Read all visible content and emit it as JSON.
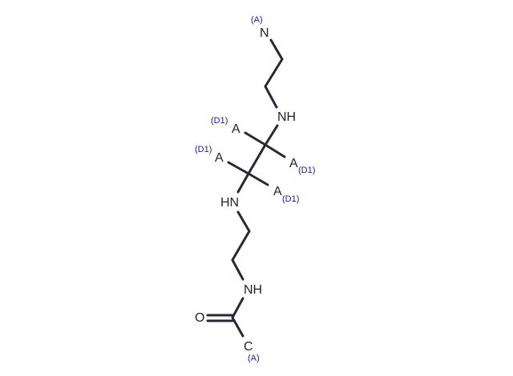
{
  "atoms": {
    "n_top": "N",
    "n_top_tag": "(A)",
    "nh1": "NH",
    "a1": "A",
    "a1_tag": "(D1)",
    "a2": "A",
    "a2_tag": "(D1)",
    "a3": "A",
    "a3_tag": "(D1)",
    "a4": "A",
    "a4_tag": "(D1)",
    "hn": "HN",
    "nh2": "NH",
    "o": "O",
    "c_bottom": "C",
    "c_bottom_tag": "(A)"
  },
  "colors": {
    "bond": "#262833",
    "atom": "#1f2130",
    "tag": "#1a1aa6"
  }
}
